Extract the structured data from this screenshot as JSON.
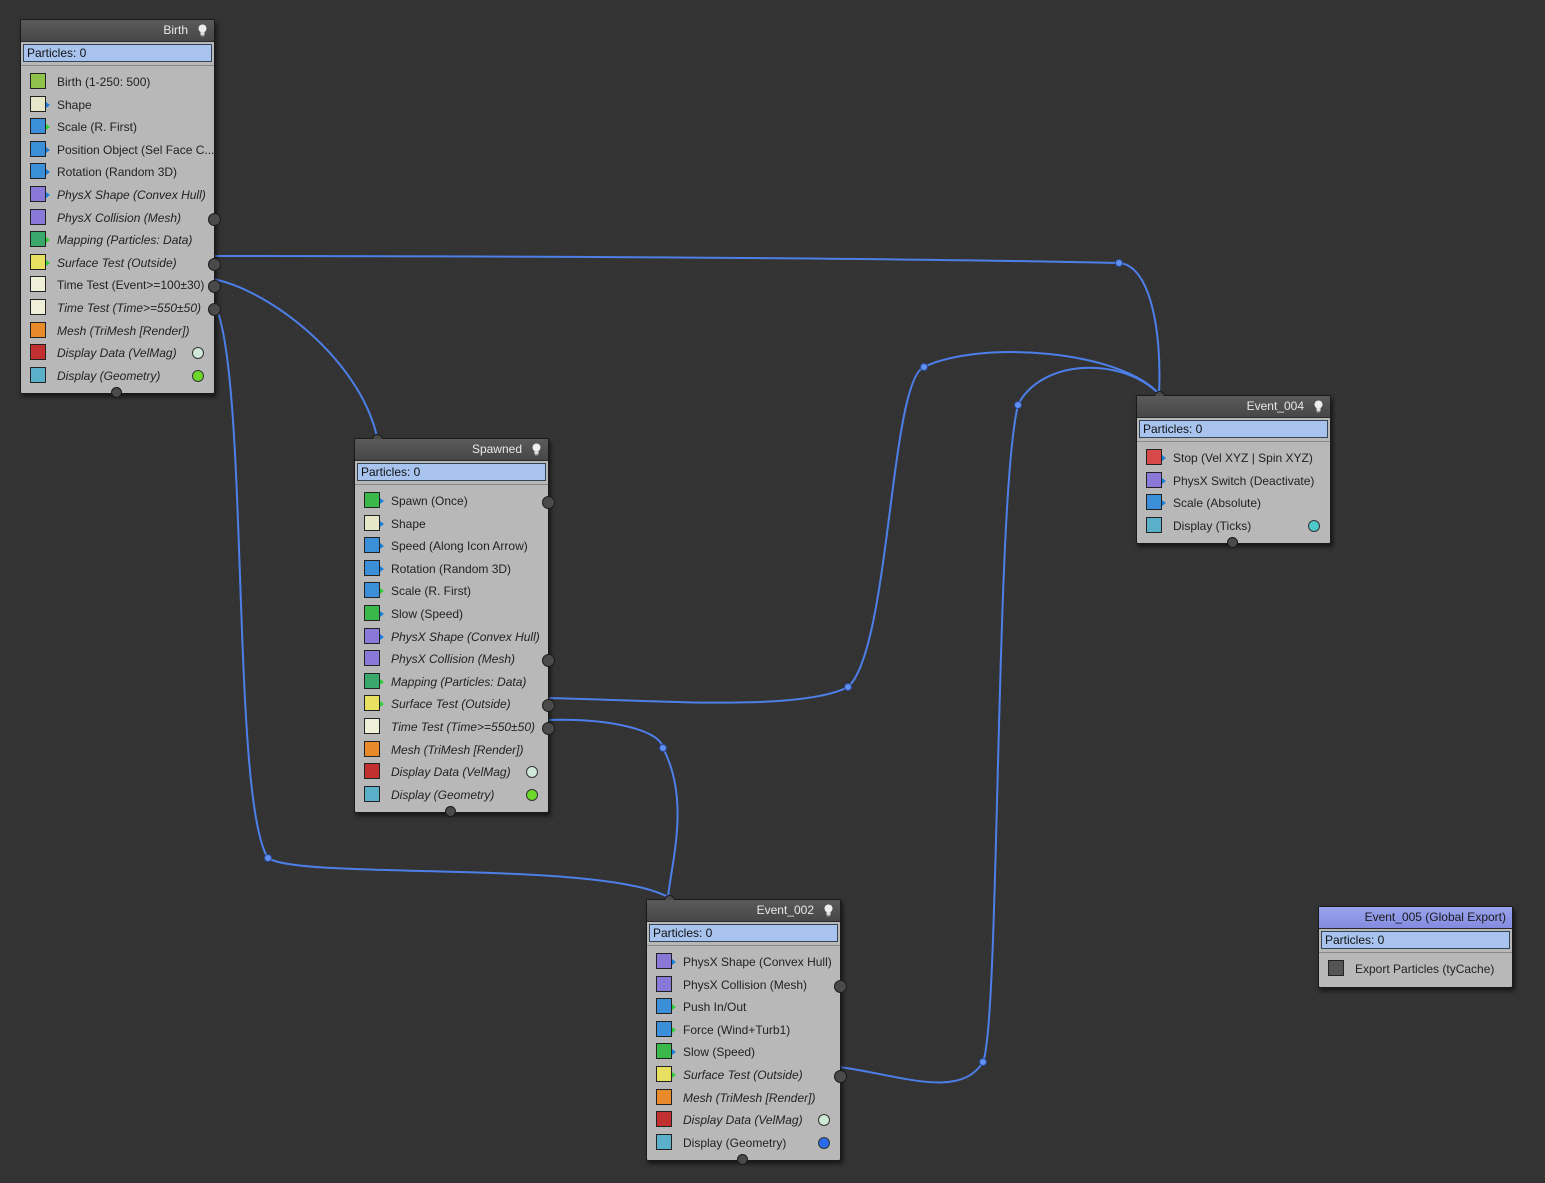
{
  "colors": {
    "wire": "#4d7fe8",
    "particles_bar": "#a8c4ee",
    "node_body": "#b8b8b8",
    "lamp_green": "#6bd82a",
    "lamp_light": "#cfe8d8",
    "lamp_teal": "#4ec8c8",
    "lamp_blue": "#2a6ae8"
  },
  "nodes": {
    "birth": {
      "title": "Birth",
      "particles": "Particles: 0",
      "ops": [
        {
          "label": "Birth (1-250: 500)",
          "icon": "birth-icon"
        },
        {
          "label": "Shape",
          "icon": "shape-icon"
        },
        {
          "label": "Scale (R. First)",
          "icon": "scale-icon"
        },
        {
          "label": "Position Object (Sel Face C...",
          "icon": "position-object-icon"
        },
        {
          "label": "Rotation (Random 3D)",
          "icon": "rotation-icon"
        },
        {
          "label": "PhysX Shape (Convex Hull)",
          "icon": "physx-shape-icon"
        },
        {
          "label": "PhysX Collision (Mesh)",
          "icon": "physx-collision-icon"
        },
        {
          "label": "Mapping (Particles: Data)",
          "icon": "mapping-icon"
        },
        {
          "label": "Surface Test (Outside)",
          "icon": "surface-test-icon"
        },
        {
          "label": "Time Test (Event>=100±30)",
          "icon": "time-test-icon"
        },
        {
          "label": "Time Test (Time>=550±50)",
          "icon": "time-test-icon"
        },
        {
          "label": "Mesh (TriMesh [Render])",
          "icon": "mesh-icon"
        },
        {
          "label": "Display Data (VelMag)",
          "icon": "display-data-icon"
        },
        {
          "label": "Display (Geometry)",
          "icon": "display-icon"
        }
      ]
    },
    "spawned": {
      "title": "Spawned",
      "particles": "Particles: 0",
      "ops": [
        {
          "label": "Spawn (Once)",
          "icon": "spawn-icon"
        },
        {
          "label": "Shape",
          "icon": "shape-icon"
        },
        {
          "label": "Speed (Along Icon Arrow)",
          "icon": "speed-icon"
        },
        {
          "label": "Rotation (Random 3D)",
          "icon": "rotation-icon"
        },
        {
          "label": "Scale (R. First)",
          "icon": "scale-icon"
        },
        {
          "label": "Slow (Speed)",
          "icon": "slow-icon"
        },
        {
          "label": "PhysX Shape (Convex Hull)",
          "icon": "physx-shape-icon"
        },
        {
          "label": "PhysX Collision (Mesh)",
          "icon": "physx-collision-icon"
        },
        {
          "label": "Mapping (Particles: Data)",
          "icon": "mapping-icon"
        },
        {
          "label": "Surface Test (Outside)",
          "icon": "surface-test-icon"
        },
        {
          "label": "Time Test (Time>=550±50)",
          "icon": "time-test-icon"
        },
        {
          "label": "Mesh (TriMesh [Render])",
          "icon": "mesh-icon"
        },
        {
          "label": "Display Data (VelMag)",
          "icon": "display-data-icon"
        },
        {
          "label": "Display (Geometry)",
          "icon": "display-icon"
        }
      ]
    },
    "event_004": {
      "title": "Event_004",
      "particles": "Particles: 0",
      "ops": [
        {
          "label": "Stop (Vel XYZ | Spin XYZ)",
          "icon": "stop-icon"
        },
        {
          "label": "PhysX Switch (Deactivate)",
          "icon": "physx-switch-icon"
        },
        {
          "label": "Scale (Absolute)",
          "icon": "scale-icon"
        },
        {
          "label": "Display (Ticks)",
          "icon": "display-icon"
        }
      ]
    },
    "event_002": {
      "title": "Event_002",
      "particles": "Particles: 0",
      "ops": [
        {
          "label": "PhysX Shape (Convex Hull)",
          "icon": "physx-shape-icon"
        },
        {
          "label": "PhysX Collision (Mesh)",
          "icon": "physx-collision-icon"
        },
        {
          "label": "Push In/Out",
          "icon": "push-icon"
        },
        {
          "label": "Force (Wind+Turb1)",
          "icon": "force-icon"
        },
        {
          "label": "Slow (Speed)",
          "icon": "slow-icon"
        },
        {
          "label": "Surface Test (Outside)",
          "icon": "surface-test-icon"
        },
        {
          "label": "Mesh (TriMesh [Render])",
          "icon": "mesh-icon"
        },
        {
          "label": "Display Data (VelMag)",
          "icon": "display-data-icon"
        },
        {
          "label": "Display (Geometry)",
          "icon": "display-icon"
        }
      ]
    },
    "event_005": {
      "title": "Event_005 (Global Export)",
      "particles": "Particles: 0",
      "ops": [
        {
          "label": "Export Particles (tyCache)",
          "icon": "export-icon"
        }
      ]
    }
  }
}
